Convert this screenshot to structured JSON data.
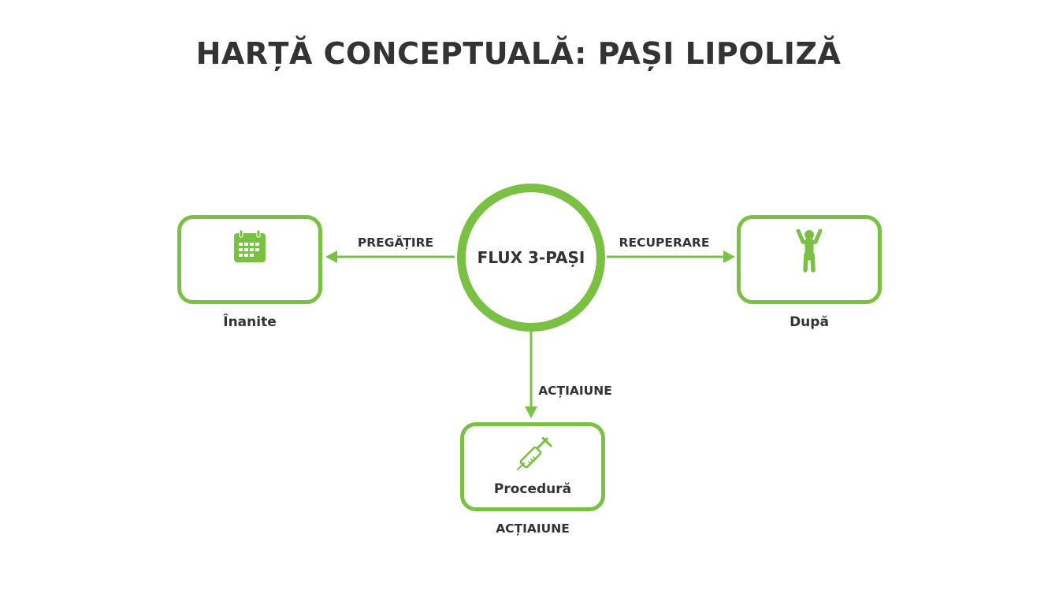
{
  "title": "HARȚĂ CONCEPTUALĂ: PAȘI LIPOLIZĂ",
  "center": {
    "label": "FLUX 3-PAȘI"
  },
  "nodes": {
    "left": {
      "label": "Înanite",
      "icon": "calendar-icon"
    },
    "right": {
      "label": "După",
      "icon": "person-arms-up-icon"
    },
    "bottom": {
      "label": "Procedură",
      "icon": "syringe-icon",
      "caption": "ACȚIAIUNE"
    }
  },
  "edges": {
    "left": {
      "label": "PREGĂȚIRE"
    },
    "right": {
      "label": "RECUPERARE"
    },
    "bottom": {
      "label": "ACȚIAIUNE"
    }
  },
  "colors": {
    "accent": "#7ac143",
    "text": "#333333",
    "background": "#ffffff"
  }
}
